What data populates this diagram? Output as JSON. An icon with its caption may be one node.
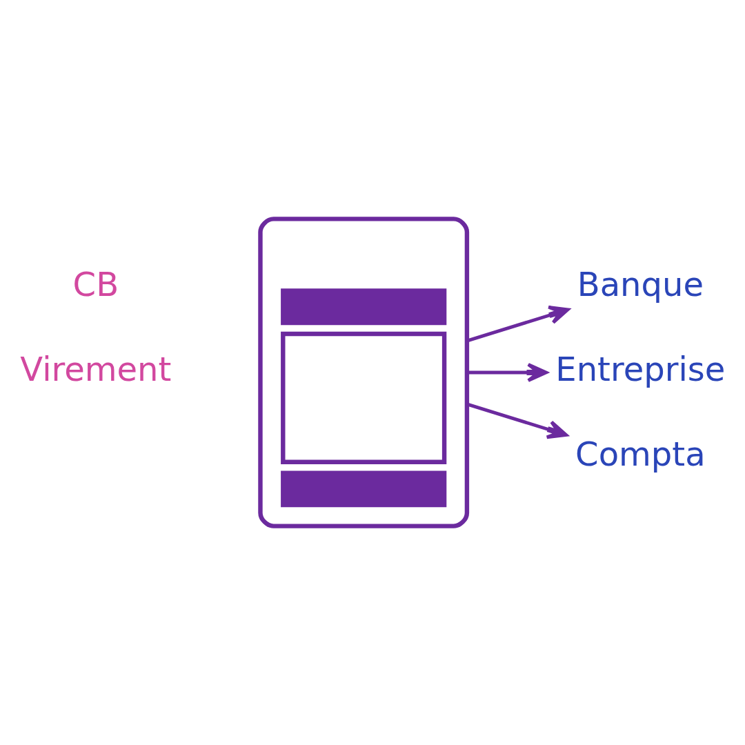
{
  "diagram": {
    "nodes": [
      {
        "text": [],
        "shape": "box"
      },
      {
        "text": [
          "Banque"
        ]
      },
      {
        "text": [
          "Entreprise"
        ]
      },
      {
        "text": [
          "Compta"
        ]
      }
    ],
    "edges": [
      {
        "from": 0,
        "to": 1,
        "arrow": "to"
      },
      {
        "from": 0,
        "to": 2,
        "arrow": "to"
      },
      {
        "from": 0,
        "to": 3,
        "arrow": "to"
      }
    ],
    "labels": [
      "CB",
      "Virement"
    ]
  }
}
